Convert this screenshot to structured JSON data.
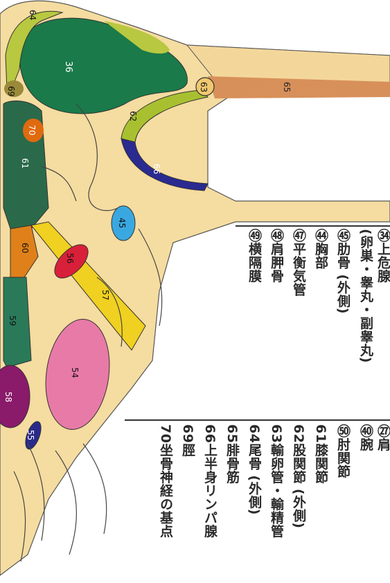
{
  "regions": [
    {
      "id": "36",
      "label": "36",
      "color": "#1a7a4a",
      "name": "ovary-testis-region"
    },
    {
      "id": "45",
      "label": "45",
      "color": "#3aa8e0",
      "name": "rib-region"
    },
    {
      "id": "54",
      "label": "54",
      "color": "#e87aa8",
      "name": "chest-region"
    },
    {
      "id": "55",
      "label": "55",
      "color": "#2a2a8a",
      "name": "balance-region"
    },
    {
      "id": "56",
      "label": "56",
      "color": "#d8203a",
      "name": "scapula-region"
    },
    {
      "id": "57",
      "label": "57",
      "color": "#f0d020",
      "name": "diaphragm-region"
    },
    {
      "id": "58",
      "label": "58",
      "color": "#8a1a6a",
      "name": "region-58"
    },
    {
      "id": "59",
      "label": "59",
      "color": "#2a7a5a",
      "name": "arm-region"
    },
    {
      "id": "60",
      "label": "60",
      "color": "#e0801a",
      "name": "elbow-region"
    },
    {
      "id": "61",
      "label": "61",
      "color": "#2a6a4a",
      "name": "knee-region"
    },
    {
      "id": "62",
      "label": "62",
      "color": "#a8c030",
      "name": "hip-region"
    },
    {
      "id": "63",
      "label": "63",
      "color": "#f0c870",
      "name": "oviduct-region"
    },
    {
      "id": "64",
      "label": "64",
      "color": "#b8c840",
      "name": "coccyx-region"
    },
    {
      "id": "65",
      "label": "65",
      "color": "#d8905a",
      "name": "peroneal-region"
    },
    {
      "id": "66",
      "label": "66",
      "color": "#2a2a90",
      "name": "lymph-region"
    },
    {
      "id": "69",
      "label": "69",
      "color": "#9a8a3a",
      "name": "shin-region"
    },
    {
      "id": "70",
      "label": "70",
      "color": "#e06a10",
      "name": "sciatic-region"
    }
  ],
  "legend": {
    "col1_top": "(卵巣・睾丸・副睾丸)",
    "col2_top": "㊺肋骨 (外側)",
    "col3_top": "㊹胸部",
    "col4_top": "㊼平衡気管",
    "col5_top": "㊽肩胛骨",
    "col6_top": "㊾横隔膜",
    "col0_cut": "㉞上危腺",
    "col1_bottom": "㊵腕",
    "col2_bottom": "㊿肘関節",
    "col3_bottom": "61膝関節",
    "col4_bottom": "62股関節 (外側)",
    "col5_bottom": "63輸卵管・輸精管",
    "col6_bottom": "64尾骨 (外側)",
    "col7_bottom": "65腓骨筋",
    "col8_bottom": "66上半身リンパ腺",
    "col9_bottom": "69脛",
    "col10_bottom": "70坐骨神経の基点",
    "col0_bottom_cut": "㉗肩"
  },
  "colors": {
    "skin": "#f5dca0",
    "bone_outline": "#333333"
  }
}
